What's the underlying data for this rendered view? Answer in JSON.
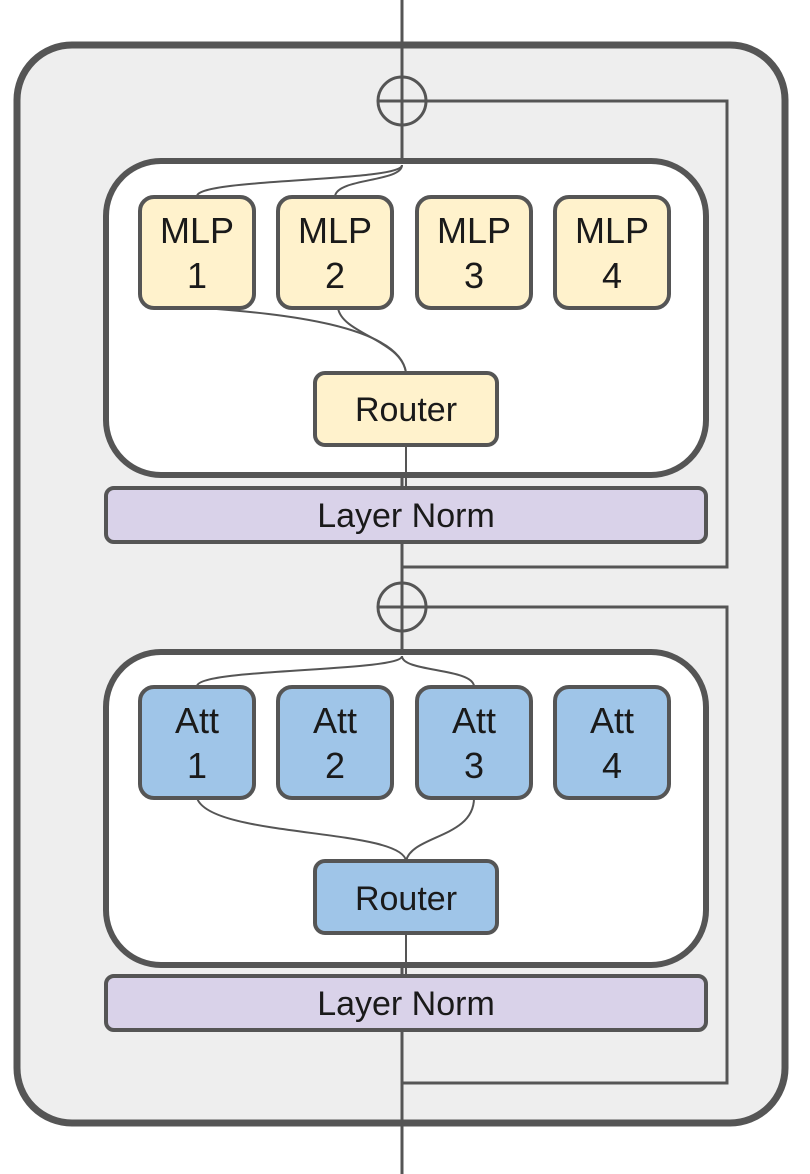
{
  "colors": {
    "outer_fill": "#eeeeee",
    "mlp_fill": "#fff2cc",
    "att_fill": "#9fc5e8",
    "norm_fill": "#d9d2e9",
    "stroke": "#555555"
  },
  "moe_block": {
    "experts": [
      {
        "line1": "MLP",
        "line2": "1"
      },
      {
        "line1": "MLP",
        "line2": "2"
      },
      {
        "line1": "MLP",
        "line2": "3"
      },
      {
        "line1": "MLP",
        "line2": "4"
      }
    ],
    "router_label": "Router",
    "norm_label": "Layer Norm"
  },
  "attention_block": {
    "experts": [
      {
        "line1": "Att",
        "line2": "1"
      },
      {
        "line1": "Att",
        "line2": "2"
      },
      {
        "line1": "Att",
        "line2": "3"
      },
      {
        "line1": "Att",
        "line2": "4"
      }
    ],
    "router_label": "Router",
    "norm_label": "Layer Norm"
  },
  "adder_icon": "circle-plus-icon"
}
